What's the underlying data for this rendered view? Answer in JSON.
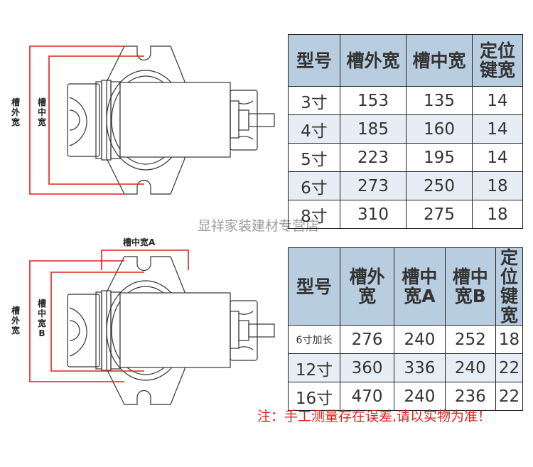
{
  "diagram1": {
    "outer_label": "槽外宽",
    "inner_label": "槽中宽"
  },
  "diagram2": {
    "outer_label": "槽外宽",
    "inner_label": "槽中宽B",
    "top_label": "槽中宽A"
  },
  "watermark": "显祥家装建材专营店",
  "table1": {
    "headers": [
      "型号",
      "槽外宽",
      "槽中宽",
      "定位键宽"
    ],
    "rows": [
      [
        "3寸",
        "153",
        "135",
        "14"
      ],
      [
        "4寸",
        "185",
        "160",
        "14"
      ],
      [
        "5寸",
        "223",
        "195",
        "14"
      ],
      [
        "6寸",
        "273",
        "250",
        "18"
      ],
      [
        "8寸",
        "310",
        "275",
        "18"
      ]
    ]
  },
  "table2": {
    "headers": [
      "型号",
      "槽外宽",
      "槽中宽A",
      "槽中宽B",
      "定位键宽"
    ],
    "rows": [
      [
        "6寸加长",
        "276",
        "240",
        "252",
        "18"
      ],
      [
        "12寸",
        "360",
        "336",
        "240",
        "22"
      ],
      [
        "16寸",
        "470",
        "240",
        "236",
        "22"
      ]
    ]
  },
  "note": "注：手工测量存在误差,请以实物为准！",
  "colors": {
    "red": "#e0201c",
    "header_bg": "#b9cde1",
    "alt_row": "#e6edf5"
  }
}
